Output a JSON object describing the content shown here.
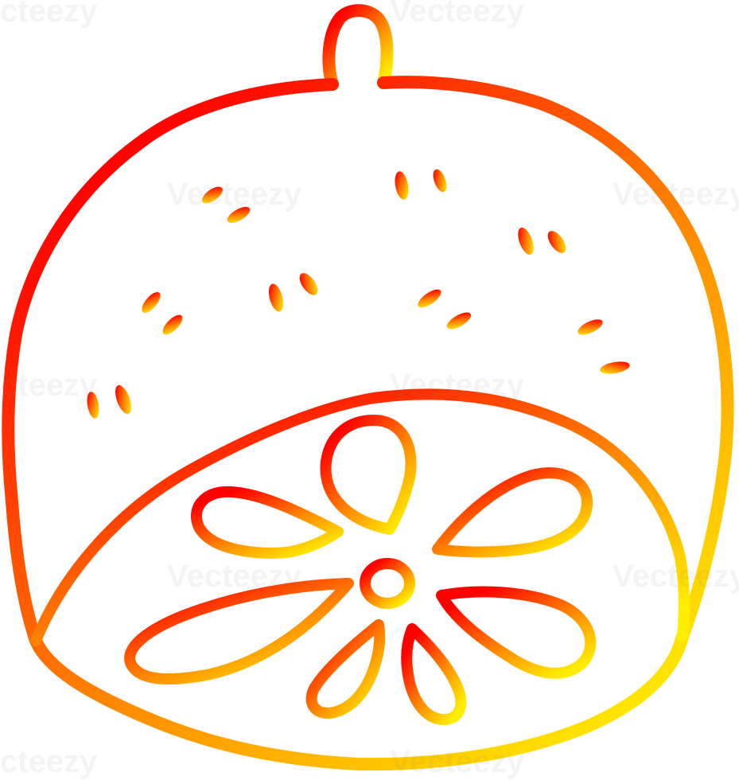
{
  "illustration": {
    "subject": "halved-fruit-line-drawing",
    "stroke_gradient": {
      "start": "#ff0000",
      "mid": "#ff8c00",
      "end": "#ffee00"
    },
    "background": "#ffffff"
  },
  "watermark": {
    "text": "Vecteezy",
    "partial_text_left": "cteezy"
  }
}
